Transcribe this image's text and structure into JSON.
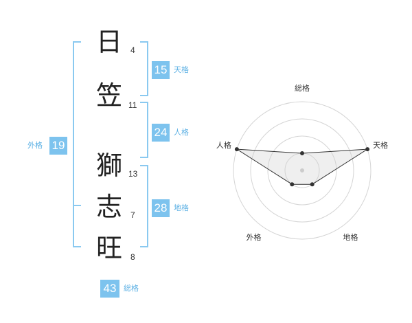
{
  "name": {
    "characters": [
      {
        "char": "日",
        "strokes": "4"
      },
      {
        "char": "笠",
        "strokes": "11"
      },
      {
        "char": "獅",
        "strokes": "13"
      },
      {
        "char": "志",
        "strokes": "7"
      },
      {
        "char": "旺",
        "strokes": "8"
      }
    ]
  },
  "fortunes": {
    "tenkaku": {
      "value": "15",
      "label": "天格"
    },
    "jinkaku": {
      "value": "24",
      "label": "人格"
    },
    "chikaku": {
      "value": "28",
      "label": "地格"
    },
    "gaikaku": {
      "value": "19",
      "label": "外格"
    },
    "soukaku": {
      "value": "43",
      "label": "総格"
    }
  },
  "colors": {
    "accent": "#7dc3ee",
    "bracket": "#8ac9f0",
    "accent_text": "#5bb0e4"
  },
  "radar": {
    "axes": [
      "総格",
      "天格",
      "地格",
      "外格",
      "人格"
    ],
    "levels": 4,
    "max": 4,
    "values": [
      1,
      4,
      1,
      1,
      4
    ]
  }
}
